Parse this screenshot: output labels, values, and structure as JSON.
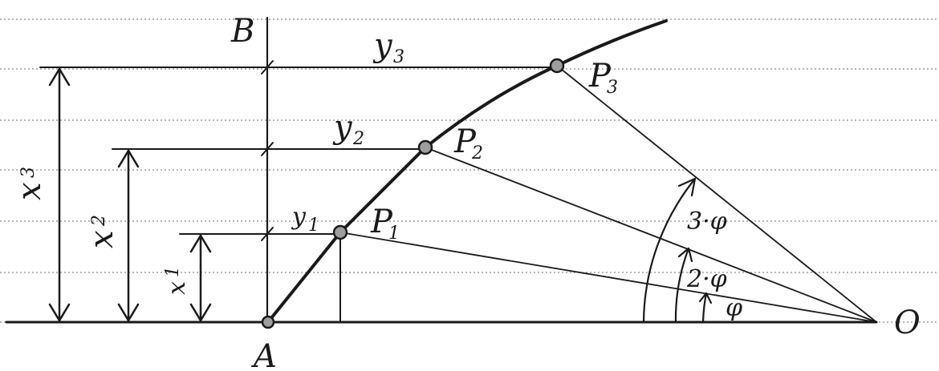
{
  "labels": {
    "B": "B",
    "A": "A",
    "O": "O",
    "P1": "P",
    "P1_sub": "1",
    "P2": "P",
    "P2_sub": "2",
    "P3": "P",
    "P3_sub": "3",
    "y1": "y",
    "y1_sub": "1",
    "y2": "y",
    "y2_sub": "2",
    "y3": "y",
    "y3_sub": "3",
    "x1": "x",
    "x1_sub": "1",
    "x2": "x",
    "x2_sub": "2",
    "x3": "x",
    "x3_sub": "3",
    "angle1": "φ",
    "angle2": "2·φ",
    "angle3": "3·φ"
  },
  "colors": {
    "ink": "#1a1a1a",
    "ruled_line": "#8c8c8c",
    "point_fill": "#9e9e9e",
    "paper": "#ffffff"
  }
}
